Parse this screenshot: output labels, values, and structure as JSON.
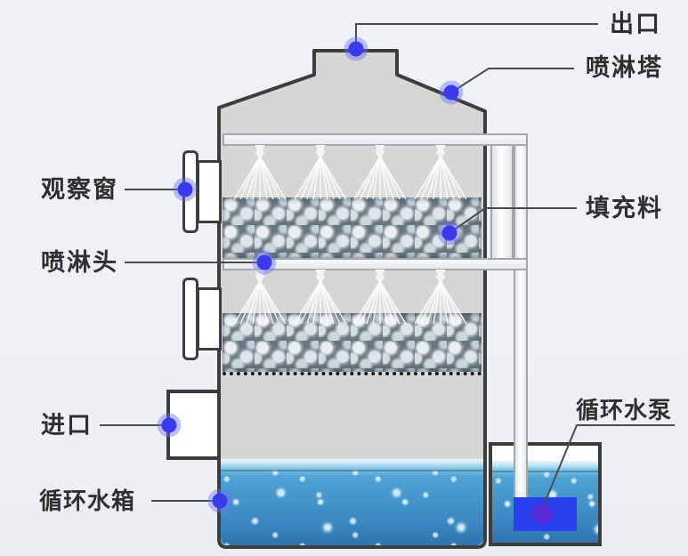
{
  "diagram": {
    "type": "spray-tower-schematic",
    "labels": {
      "outlet": "出口",
      "spray_tower": "喷淋塔",
      "observation_window": "观察窗",
      "packing": "填充料",
      "spray_head": "喷淋头",
      "inlet": "进口",
      "circulating_water_tank": "循环水箱",
      "circulating_water_pump": "循环水泵"
    },
    "colors": {
      "background": "#edf2f5",
      "tower_fill": "#d6d6d6",
      "outline": "#3d3d3d",
      "label_text": "#2f2f2f",
      "callout_dot": "#3a3aec",
      "callout_halo": "rgba(110,110,246,0.42)",
      "pump_body": "#2940ef",
      "pump_dot": "#5a2cd8",
      "water_deep": "#2f74ad",
      "water_surface": "#c3e7f5",
      "pipe_fill": "#ffffff",
      "pipe_edge": "#a2a9ad",
      "packing_ball": "#eaeff2",
      "packing_shadow": "#67757e"
    },
    "counts": {
      "spray_headers": 2,
      "nozzles_per_header": 4,
      "packing_layers": 2,
      "observation_windows": 2
    }
  }
}
